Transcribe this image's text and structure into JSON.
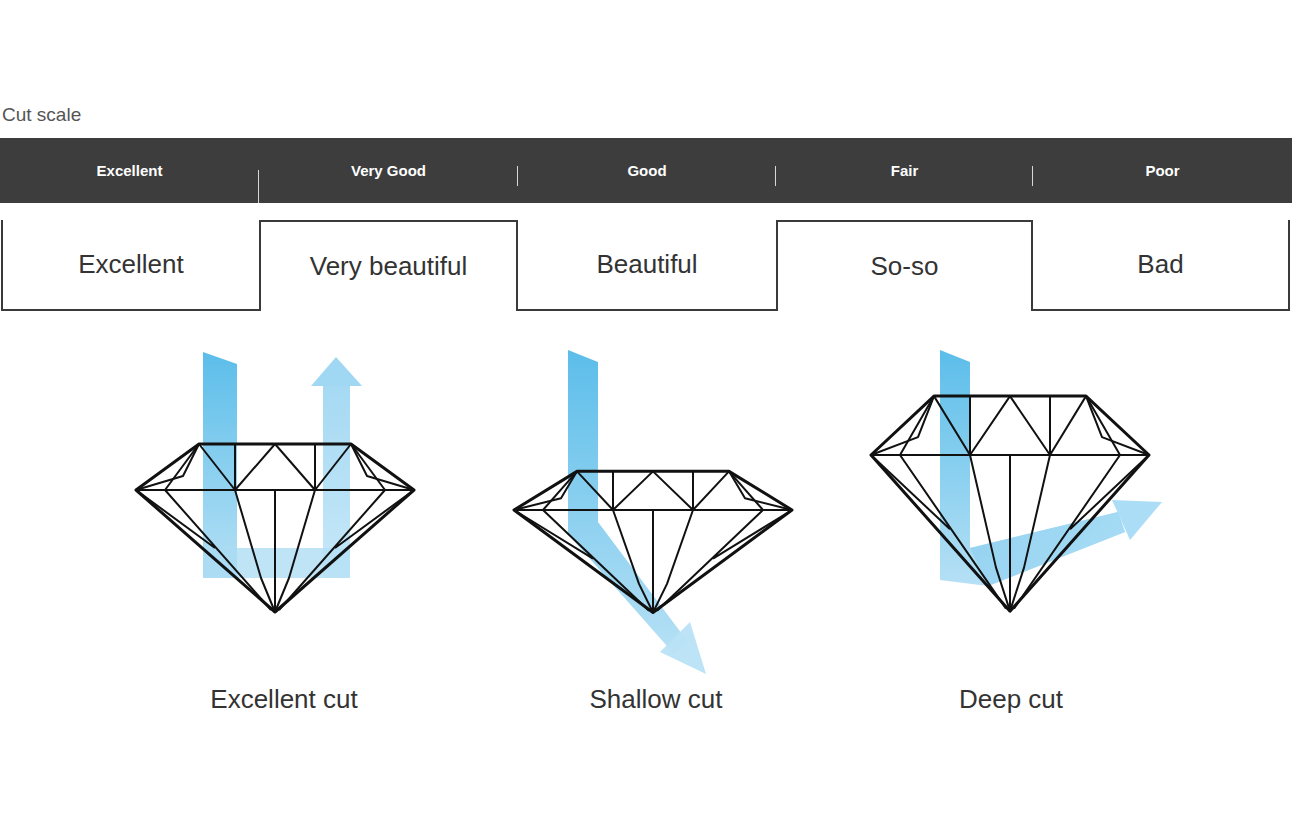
{
  "diagram": {
    "title": "Cut scale",
    "nodes": [
      {
        "text": [
          "Excellent"
        ]
      },
      {
        "text": [
          "Very Good"
        ]
      },
      {
        "text": [
          "Good"
        ]
      },
      {
        "text": [
          "Fair"
        ]
      },
      {
        "text": [
          "Poor"
        ]
      },
      {
        "text": [
          "Excellent"
        ]
      },
      {
        "text": [
          "Very beautiful"
        ]
      },
      {
        "text": [
          "Beautiful"
        ]
      },
      {
        "text": [
          "So-so"
        ]
      },
      {
        "text": [
          "Bad"
        ]
      }
    ],
    "labels": [
      "Excellent cut",
      "Shallow cut",
      "Deep cut"
    ]
  }
}
